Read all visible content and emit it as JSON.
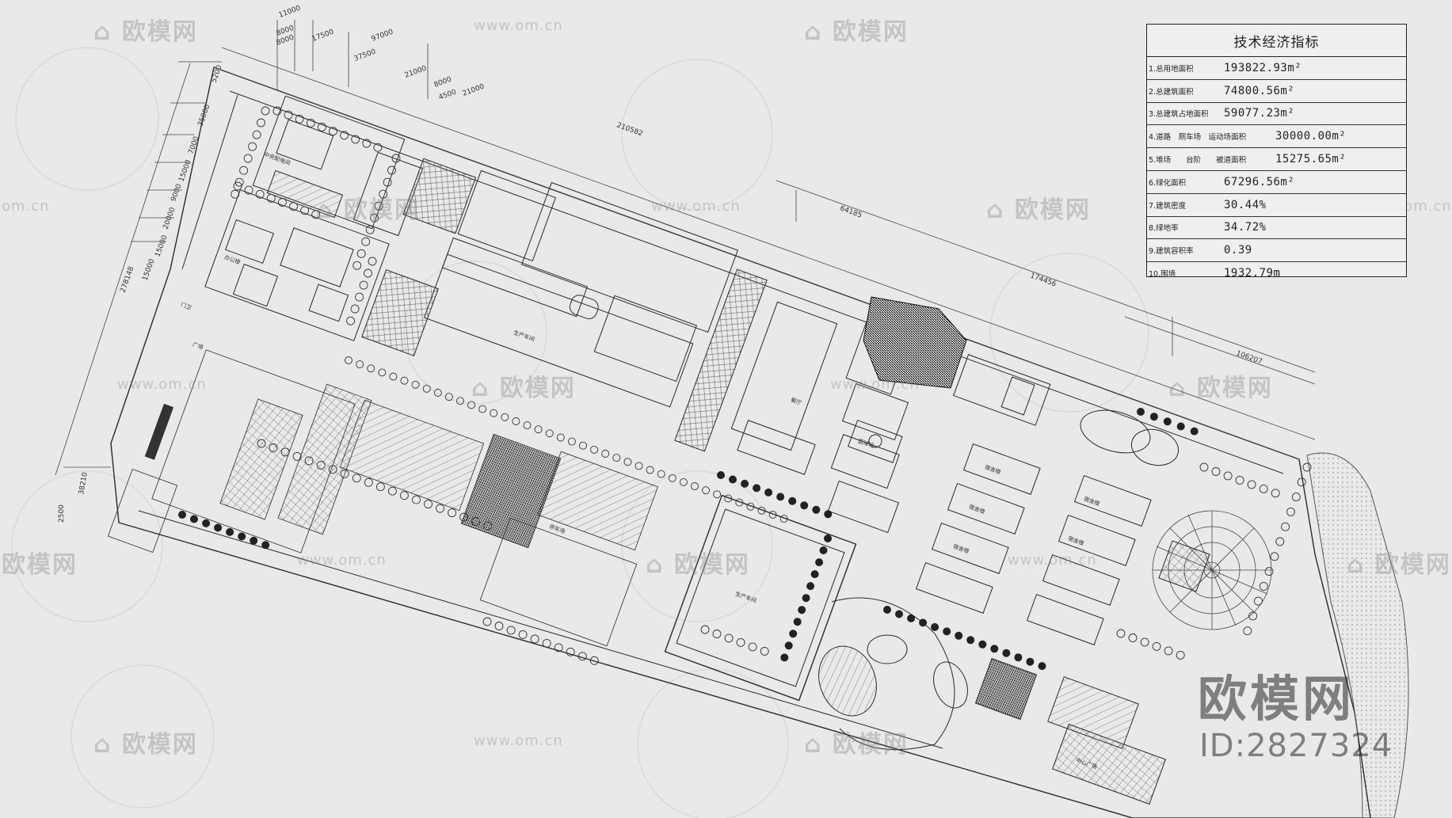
{
  "table": {
    "title": "技术经济指标",
    "rows": [
      {
        "label": "1.总用地面积",
        "value": "193822.93m²"
      },
      {
        "label": "2.总建筑面积",
        "value": "74800.56m²"
      },
      {
        "label": "3.总建筑占地面积",
        "value": "59077.23m²"
      },
      {
        "label": "4.道路　厕车场　运动场面积",
        "value": "30000.00m²"
      },
      {
        "label": "5.堆场　　台阶　　被道面积",
        "value": "15275.65m²"
      },
      {
        "label": "6.绿化面积",
        "value": "67296.56m²"
      },
      {
        "label": "7.建筑密度",
        "value": "30.44%"
      },
      {
        "label": "8.绿地率",
        "value": "34.72%"
      },
      {
        "label": "9.建筑容积率",
        "value": "0.39"
      },
      {
        "label": "10.围墙",
        "value": "1932.79m"
      }
    ]
  },
  "dimensions": {
    "top": [
      "11000",
      "8000",
      "8000",
      "17500",
      "97000",
      "37500",
      "21000",
      "8000",
      "21000",
      "4500"
    ],
    "overall_length": "210582",
    "mid_a": "64185",
    "mid_b": "174456",
    "mid_c": "106207",
    "left": [
      "5200",
      "35000",
      "7000",
      "15000",
      "9000",
      "20000",
      "15000",
      "15000"
    ],
    "left_total": "278148",
    "left_bottom": [
      "2500",
      "38210"
    ]
  },
  "watermarks": {
    "brand_cn": "欧模网",
    "url": "www.om.cn",
    "url_short": "om.cn"
  },
  "brand": {
    "name": "欧模网",
    "id": "ID:2827324"
  },
  "building_labels": [
    "中央配电间",
    "办公楼",
    "广场",
    "生产车间",
    "停车场",
    "篮球场",
    "宿舍楼",
    "餐厅",
    "中心广场",
    "门卫"
  ]
}
